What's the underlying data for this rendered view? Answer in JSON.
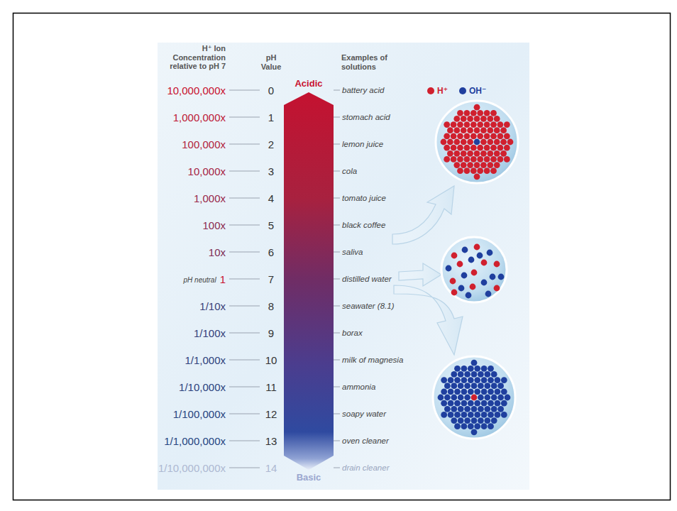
{
  "diagram": {
    "nodes": [
      {
        "text": [
          "Acidic",
          "Basic"
        ]
      }
    ],
    "labels": [
      "H⁺ Ion Concentration relative to pH 7",
      "pH Value",
      "Examples of solutions",
      "10,000,000x",
      "0",
      "battery acid",
      "1,000,000x",
      "1",
      "stomach acid",
      "100,000x",
      "2",
      "lemon juice",
      "10,000x",
      "3",
      "cola",
      "1,000x",
      "4",
      "tomato juice",
      "100x",
      "5",
      "black coffee",
      "10x",
      "6",
      "saliva",
      "pH neutral",
      "1",
      "7",
      "distilled water",
      "1/10x",
      "8",
      "seawater (8.1)",
      "1/100x",
      "9",
      "borax",
      "1/1,000x",
      "10",
      "milk of magnesia",
      "1/10,000x",
      "11",
      "ammonia",
      "1/100,000x",
      "12",
      "soapy water",
      "1/1,000,000x",
      "13",
      "oven cleaner",
      "1/10,000,000x",
      "14",
      "drain cleaner"
    ],
    "legend": [
      {
        "text": "H⁺",
        "color": "#d0202e"
      },
      {
        "text": "OH⁻",
        "color": "#1f3f9e"
      }
    ]
  }
}
